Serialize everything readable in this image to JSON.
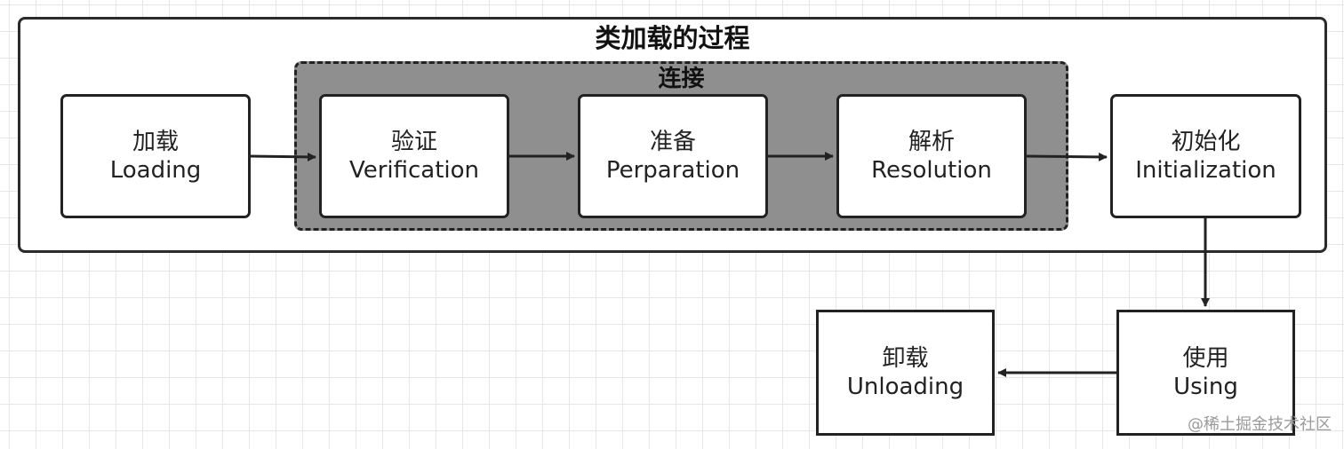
{
  "diagram": {
    "title": "类加载的过程",
    "group_label": "连接",
    "nodes": {
      "loading": {
        "zh": "加载",
        "en": "Loading"
      },
      "verification": {
        "zh": "验证",
        "en": "Verification"
      },
      "preparation": {
        "zh": "准备",
        "en": "Perparation"
      },
      "resolution": {
        "zh": "解析",
        "en": "Resolution"
      },
      "initialization": {
        "zh": "初始化",
        "en": "Initialization"
      },
      "using": {
        "zh": "使用",
        "en": "Using"
      },
      "unloading": {
        "zh": "卸载",
        "en": "Unloading"
      }
    },
    "edges": [
      {
        "from": "loading",
        "to": "verification"
      },
      {
        "from": "verification",
        "to": "preparation"
      },
      {
        "from": "preparation",
        "to": "resolution"
      },
      {
        "from": "resolution",
        "to": "initialization"
      },
      {
        "from": "initialization",
        "to": "using"
      },
      {
        "from": "using",
        "to": "unloading"
      }
    ],
    "colors": {
      "group_fill": "#8f8f8f",
      "stroke": "#222222",
      "node_fill": "#ffffff",
      "grid": "#e6e6e6"
    }
  },
  "watermark": "@稀土掘金技术社区"
}
